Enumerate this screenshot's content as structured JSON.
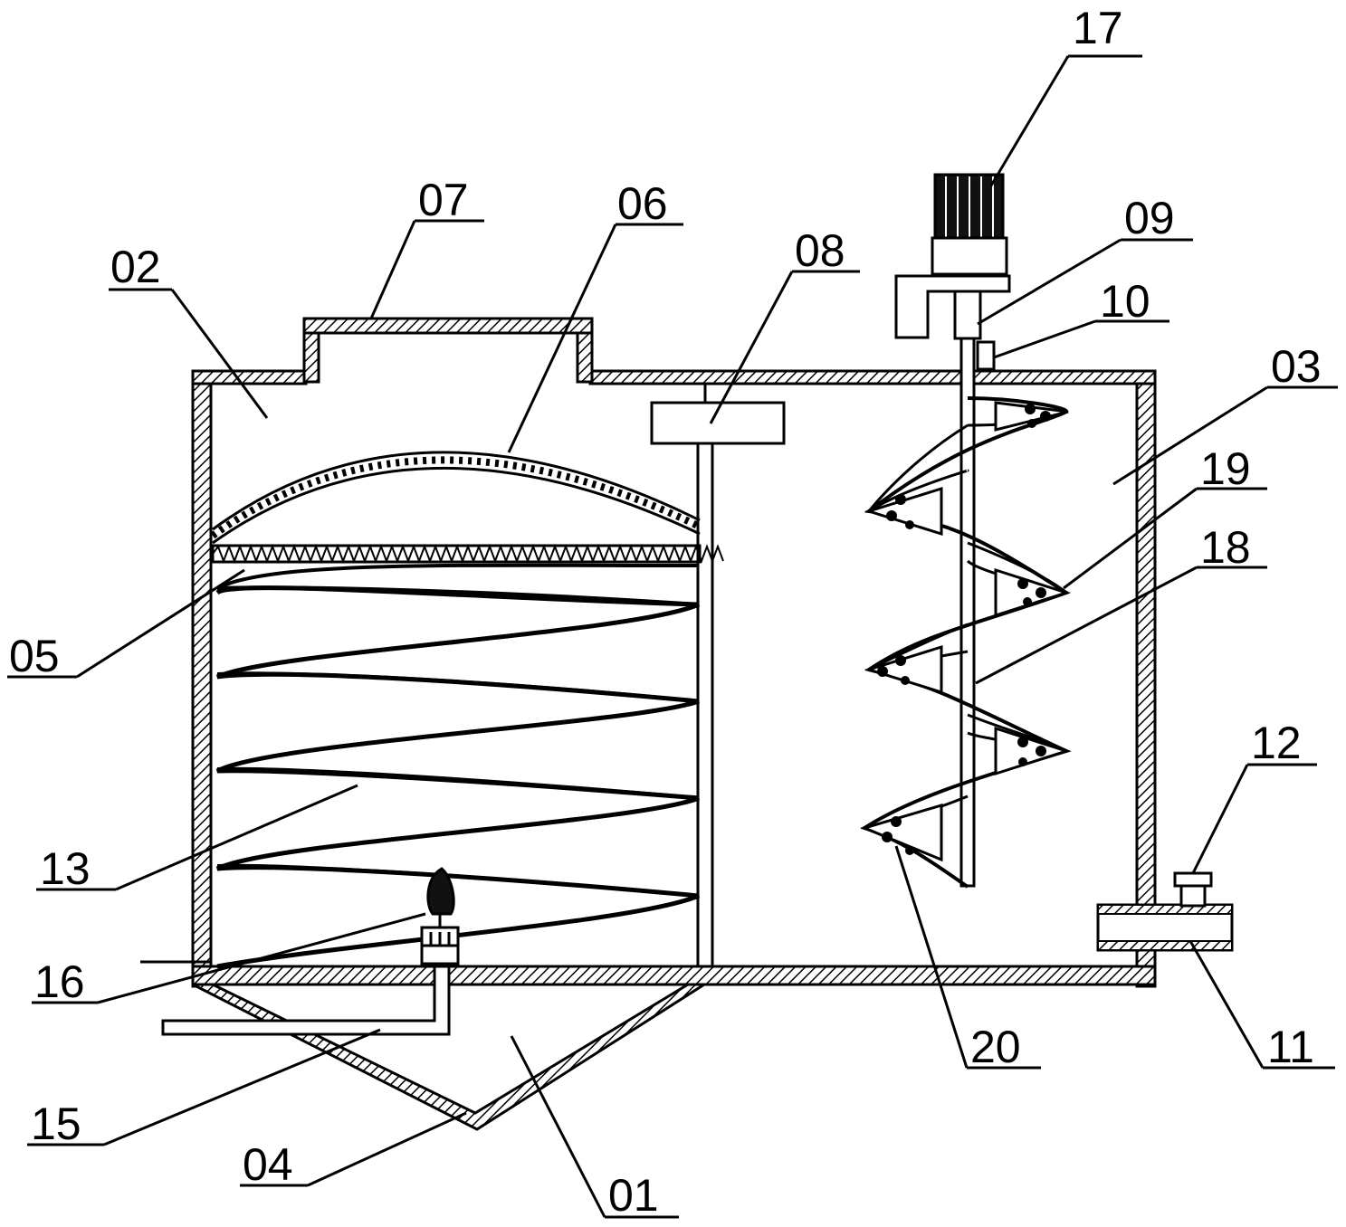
{
  "figure": {
    "labels": {
      "l01": "01",
      "l02": "02",
      "l03": "03",
      "l04": "04",
      "l05": "05",
      "l06": "06",
      "l07": "07",
      "l08": "08",
      "l09": "09",
      "l10": "10",
      "l11": "11",
      "l12": "12",
      "l13": "13",
      "l15": "15",
      "l16": "16",
      "l17": "17",
      "l18": "18",
      "l19": "19",
      "l20": "20"
    }
  }
}
